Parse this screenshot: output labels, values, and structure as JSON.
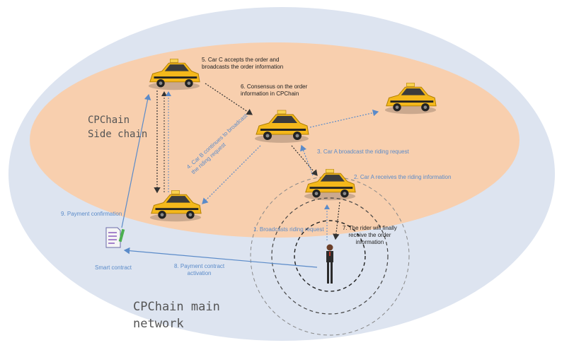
{
  "networks": {
    "side_chain": "CPChain\nSide chain",
    "main_network": "CPChain main\nnetwork"
  },
  "nodes": {
    "smart_contract": "Smart contract"
  },
  "steps": {
    "s1": "1. Broadcasts riding request",
    "s2": "2. Car A receives the riding information",
    "s3": "3. Car A broadcast the riding request",
    "s4": "4. Car B continues to broadcast\nthe riding request",
    "s5": "5. Car C accepts the order and\nbroadcasts the order information",
    "s6": "6. Consensus on the order\ninformation in CPChain",
    "s7": "7. The rider will finally\nreceive the order\ninformation",
    "s8": "8. Payment contract\nactivation",
    "s9": "9. Payment confirmation"
  },
  "colors": {
    "main_ellipse": "#dde4f0",
    "side_ellipse": "#f8cfae",
    "taxi_body": "#f4b81b",
    "arrow_dark": "#333333",
    "arrow_blue": "#5b8bc9"
  },
  "icons": {
    "car": "taxi-icon",
    "person": "person-icon",
    "contract": "document-icon"
  }
}
